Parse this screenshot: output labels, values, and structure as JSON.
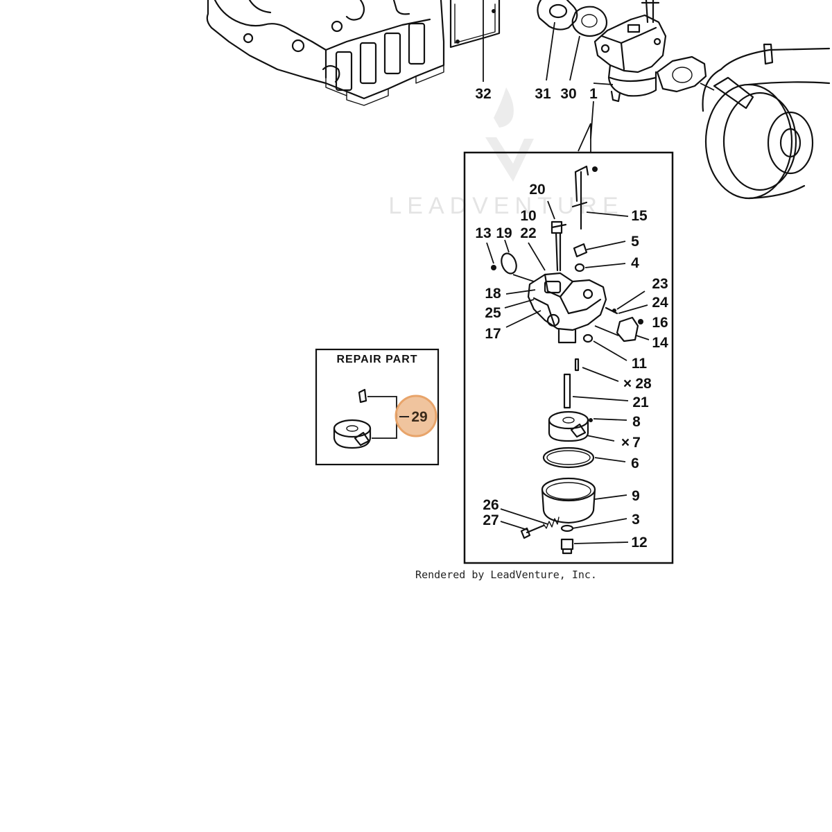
{
  "diagram": {
    "watermark_text": "LEADVENTURE",
    "credit_text": "Rendered by LeadVenture, Inc.",
    "repair_box_title": "REPAIR PART",
    "highlight_color": "#e8a46a",
    "callouts": {
      "c32": "32",
      "c31": "31",
      "c30": "30",
      "c1": "1",
      "c20": "20",
      "c10": "10",
      "c15": "15",
      "c13": "13",
      "c19": "19",
      "c22": "22",
      "c5": "5",
      "c4": "4",
      "c18": "18",
      "c23": "23",
      "c24": "24",
      "c25": "25",
      "c16": "16",
      "c17": "17",
      "c14": "14",
      "c11": "11",
      "c28": "28",
      "c21": "21",
      "c8": "8",
      "c7": "7",
      "c6": "6",
      "c9": "9",
      "c26": "26",
      "c27": "27",
      "c3": "3",
      "c12": "12",
      "c29": "29"
    },
    "marker_x": "×"
  }
}
